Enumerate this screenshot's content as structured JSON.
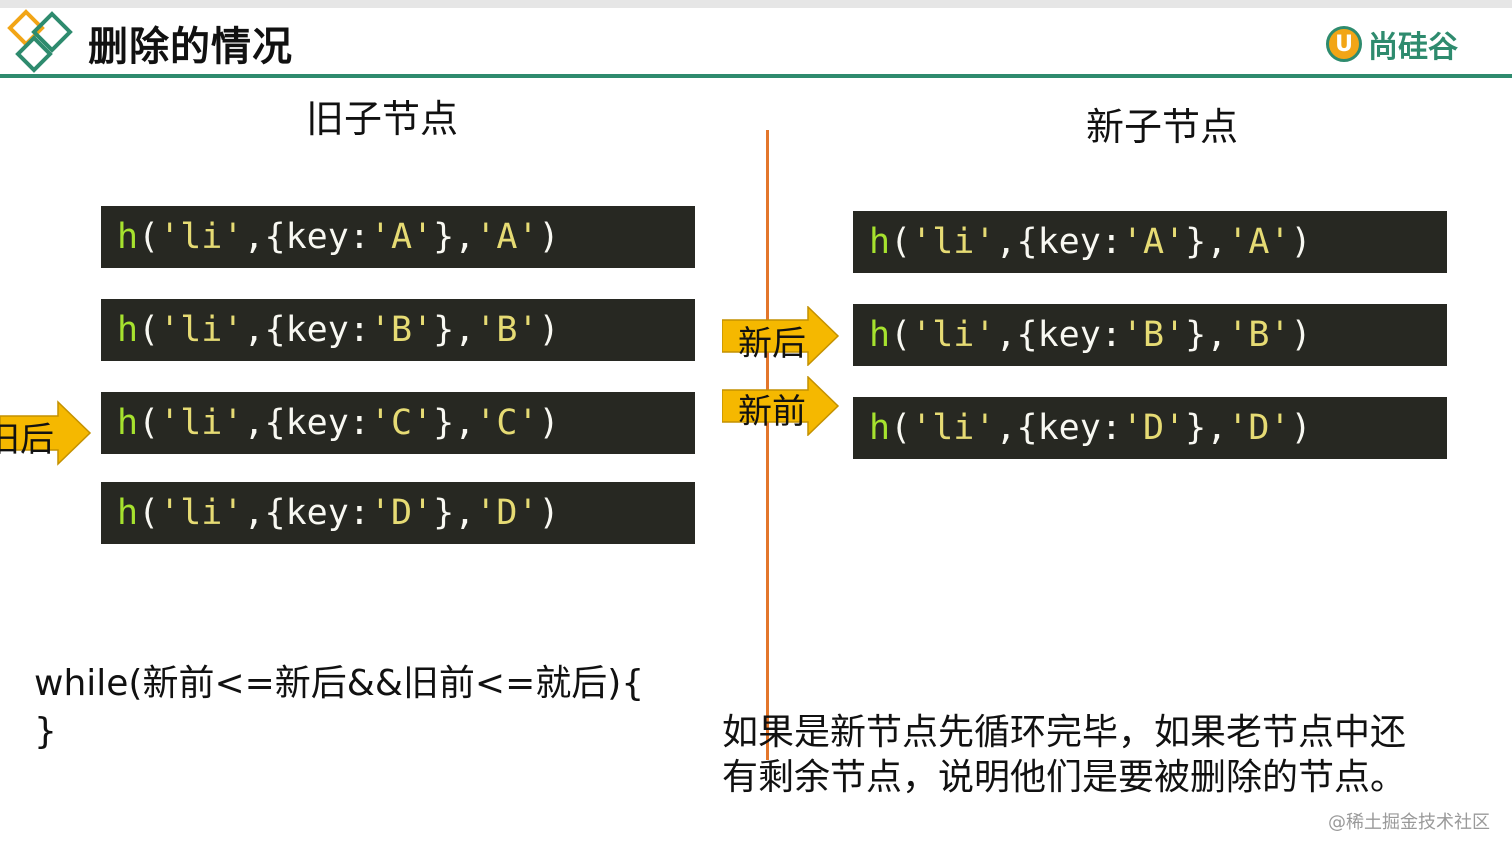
{
  "header": {
    "title": "删除的情况",
    "brand_badge": "U",
    "brand_name": "尚硅谷",
    "accent_color": "#2e8b6e"
  },
  "columns": {
    "old_heading": "旧子节点",
    "new_heading": "新子节点"
  },
  "old_nodes": [
    {
      "fn": "h",
      "tag": "'li'",
      "key": "'A'",
      "text": "'A'"
    },
    {
      "fn": "h",
      "tag": "'li'",
      "key": "'B'",
      "text": "'B'"
    },
    {
      "fn": "h",
      "tag": "'li'",
      "key": "'C'",
      "text": "'C'"
    },
    {
      "fn": "h",
      "tag": "'li'",
      "key": "'D'",
      "text": "'D'"
    }
  ],
  "new_nodes": [
    {
      "fn": "h",
      "tag": "'li'",
      "key": "'A'",
      "text": "'A'"
    },
    {
      "fn": "h",
      "tag": "'li'",
      "key": "'B'",
      "text": "'B'"
    },
    {
      "fn": "h",
      "tag": "'li'",
      "key": "'D'",
      "text": "'D'"
    }
  ],
  "code_tokens": {
    "open_paren": "(",
    "comma": ",",
    "open_brace": "{",
    "key_label": "key:",
    "close_brace": "},",
    "close_paren": ")"
  },
  "pointers": {
    "old_after": "旧后",
    "new_after": "新后",
    "new_before": "新前"
  },
  "while_loop": {
    "line1": "while(新前<=新后&&旧前<=就后){",
    "line2": "}"
  },
  "note": "如果是新节点先循环完毕，如果老节点中还有剩余节点，说明他们是要被删除的节点。",
  "watermark": "@稀土掘金技术社区",
  "colors": {
    "code_bg": "#272822",
    "fn": "#a6e22e",
    "string": "#e6db74",
    "plain": "#f8f8f2",
    "arrow": "#f5b800",
    "divider": "#e3762b"
  }
}
